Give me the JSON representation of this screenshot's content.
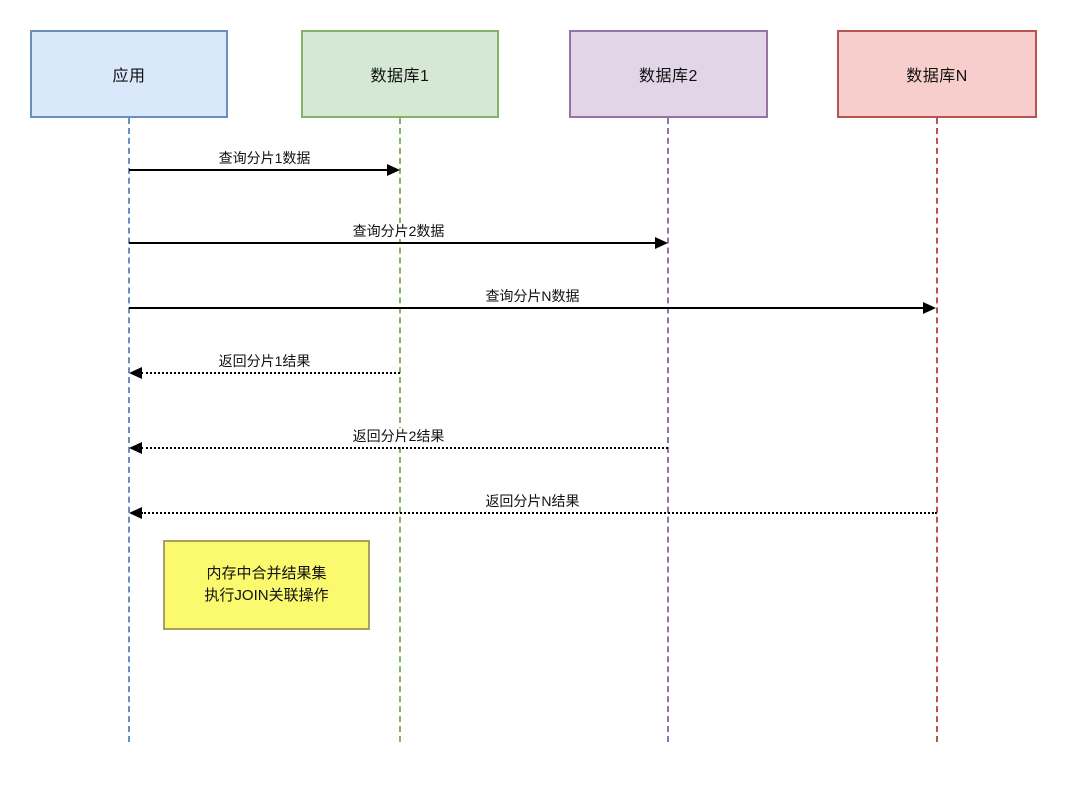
{
  "diagram": {
    "title": "sharded-database-query-sequence",
    "participants": [
      {
        "id": "app",
        "label": "应用",
        "fill": "#dae8fc",
        "border": "#6c8ebf"
      },
      {
        "id": "db1",
        "label": "数据库1",
        "fill": "#d5e8d4",
        "border": "#82b366"
      },
      {
        "id": "db2",
        "label": "数据库2",
        "fill": "#e1d5e7",
        "border": "#9673a6"
      },
      {
        "id": "dbn",
        "label": "数据库N",
        "fill": "#f8cecc",
        "border": "#b85450"
      }
    ],
    "messages": [
      {
        "label": "查询分片1数据",
        "from": "app",
        "to": "db1",
        "style": "solid"
      },
      {
        "label": "查询分片2数据",
        "from": "app",
        "to": "db2",
        "style": "solid"
      },
      {
        "label": "查询分片N数据",
        "from": "app",
        "to": "dbn",
        "style": "solid"
      },
      {
        "label": "返回分片1结果",
        "from": "db1",
        "to": "app",
        "style": "dotted"
      },
      {
        "label": "返回分片2结果",
        "from": "db2",
        "to": "app",
        "style": "dotted"
      },
      {
        "label": "返回分片N结果",
        "from": "dbn",
        "to": "app",
        "style": "dotted"
      }
    ],
    "note": {
      "lines": [
        "内存中合并结果集",
        "执行JOIN关联操作"
      ],
      "fill": "#fbf96e",
      "border": "#a8a060"
    },
    "colors": {
      "arrow": "#000000",
      "background": "#ffffff"
    }
  }
}
